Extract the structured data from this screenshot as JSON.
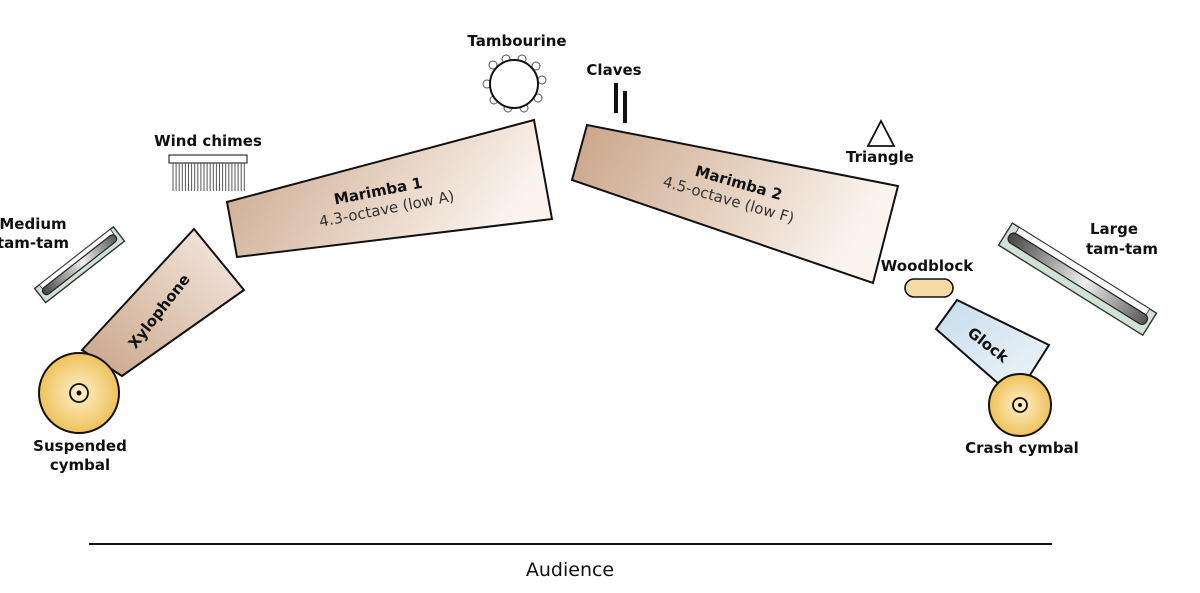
{
  "diagram": {
    "audience": "Audience",
    "instruments": {
      "tambourine": "Tambourine",
      "claves": "Claves",
      "wind_chimes": "Wind chimes",
      "marimba1": {
        "name": "Marimba 1",
        "detail": "4.3-octave (low A)"
      },
      "marimba2": {
        "name": "Marimba 2",
        "detail": "4.5-octave (low F)"
      },
      "triangle": "Triangle",
      "medium_tamtam": [
        "Medium",
        "tam-tam"
      ],
      "xylophone": "Xylophone",
      "suspended_cymbal": [
        "Suspended",
        "cymbal"
      ],
      "large_tamtam": [
        "Large",
        "tam-tam"
      ],
      "woodblock": "Woodblock",
      "glock": "Glock",
      "crash_cymbal": "Crash cymbal"
    },
    "colors": {
      "wood": "#c9a487",
      "cymbal": "#f2c766",
      "tamtam_frame": "#cfe2d6",
      "glock": "#cfe0ee",
      "woodblock": "#f8d9a8"
    }
  }
}
